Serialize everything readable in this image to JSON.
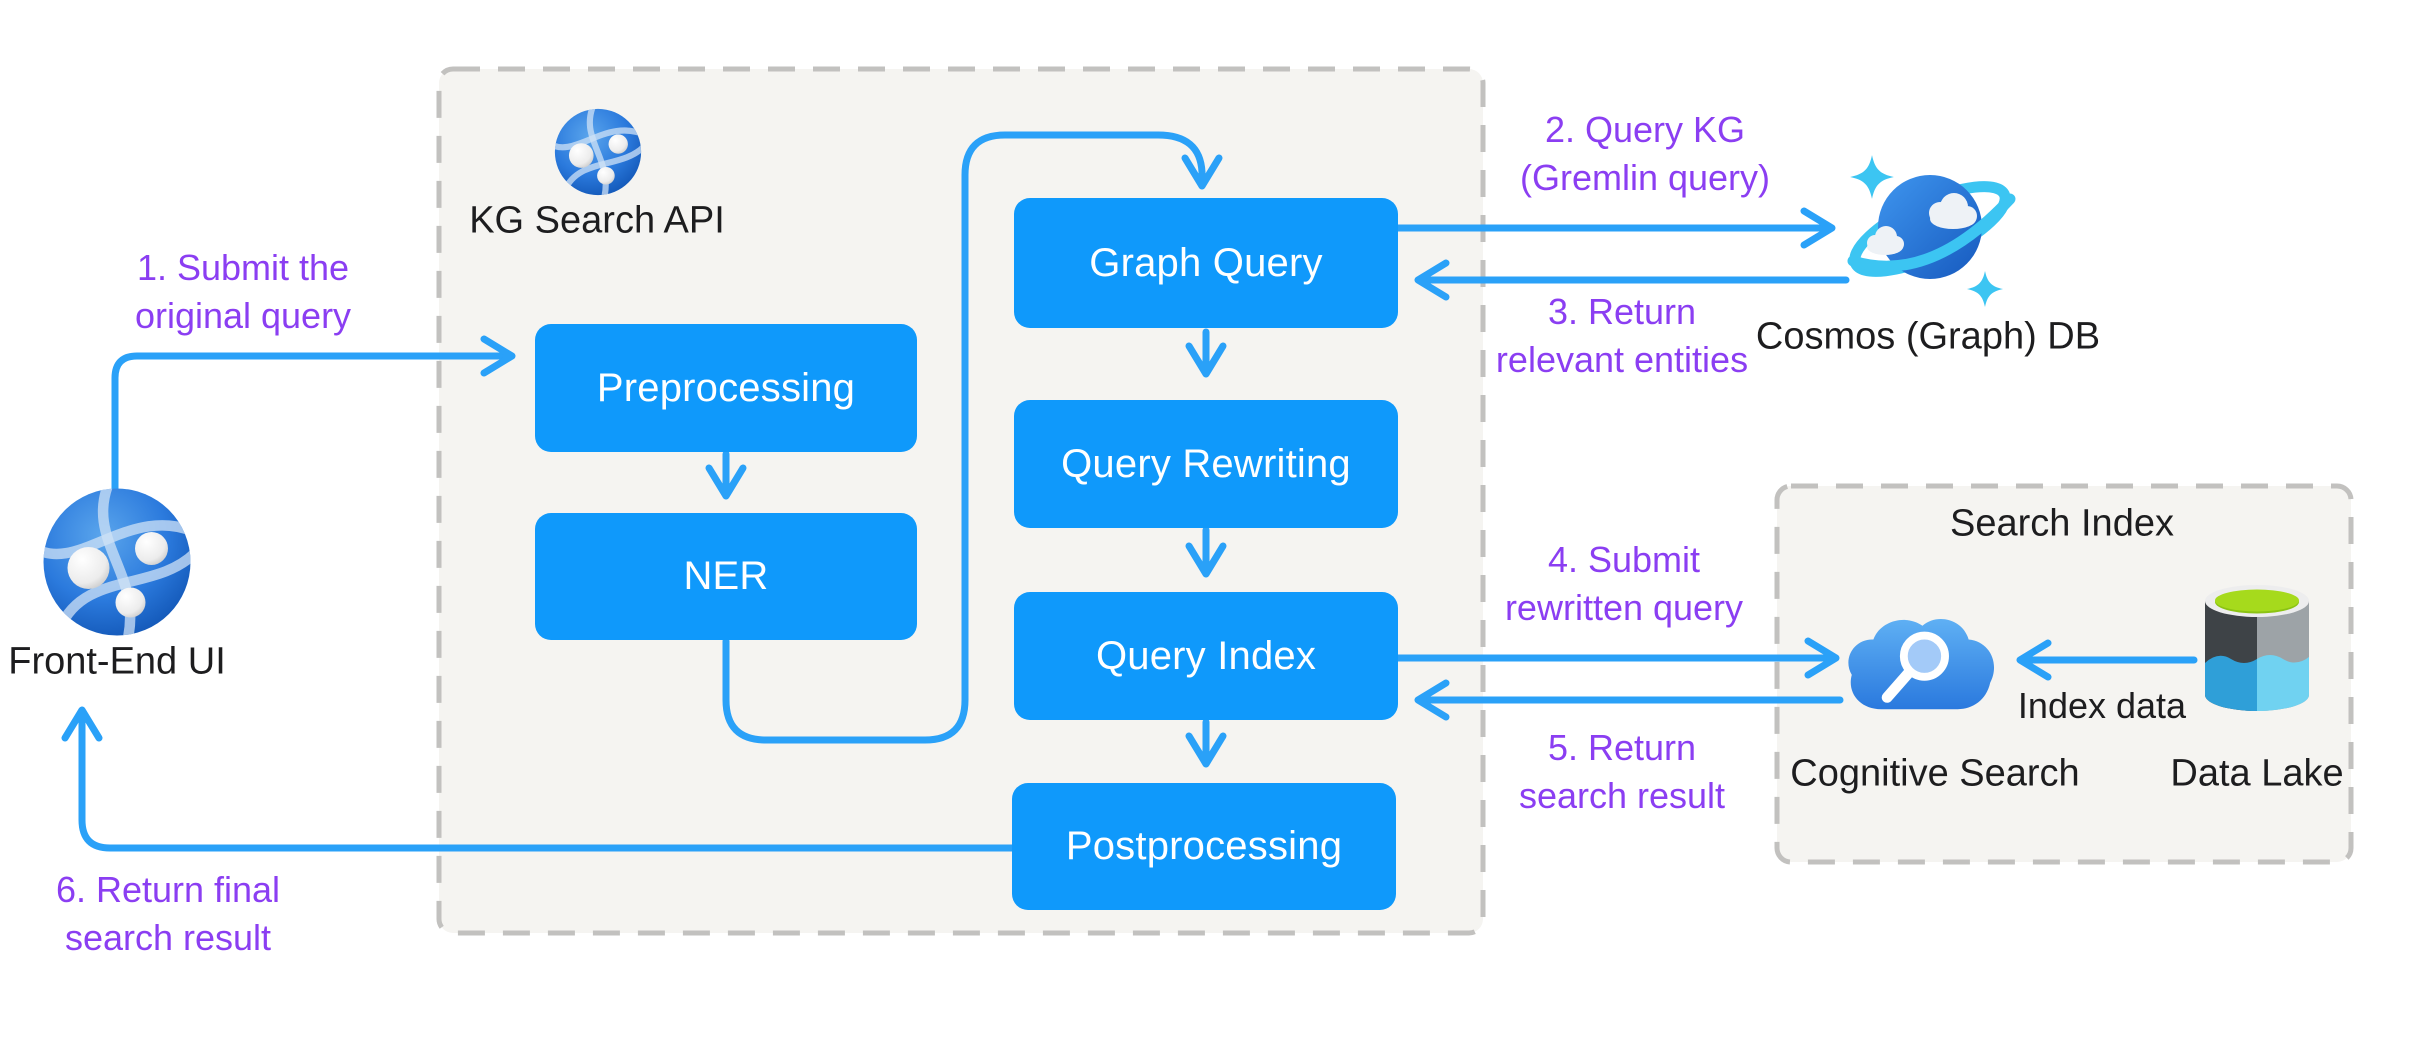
{
  "colors": {
    "process_box_blue": "#0f99fb",
    "arrow_blue": "#2aa1f8",
    "annotation_purple": "#8b3ef2",
    "container_fill": "#f5f4f1",
    "container_dashed_border": "#c2c1bf",
    "label_text": "#1d1d1f",
    "box_text": "#ffffff"
  },
  "containers": {
    "kg_api": {
      "title": "KG Search API"
    },
    "search_index": {
      "title": "Search Index"
    }
  },
  "nodes": {
    "front_end_ui": {
      "label": "Front-End UI",
      "icon": "network-globe-icon"
    },
    "kg_search_api": {
      "label": "KG Search API",
      "icon": "network-globe-icon"
    },
    "cosmos_db": {
      "label": "Cosmos (Graph) DB",
      "icon": "cosmos-planet-icon"
    },
    "cognitive_search": {
      "label": "Cognitive Search",
      "icon": "search-cloud-icon"
    },
    "data_lake": {
      "label": "Data Lake",
      "icon": "data-lake-cylinder-icon"
    }
  },
  "process_boxes": {
    "preprocessing": "Preprocessing",
    "ner": "NER",
    "graph_query": "Graph Query",
    "query_rewriting": "Query Rewriting",
    "query_index": "Query Index",
    "postprocessing": "Postprocessing"
  },
  "flow_labels": {
    "step1": {
      "line1": "1. Submit the",
      "line2": "original query"
    },
    "step2": {
      "line1": "2. Query KG",
      "line2": "(Gremlin query)"
    },
    "step3": {
      "line1": "3. Return",
      "line2": "relevant entities"
    },
    "step4": {
      "line1": "4. Submit",
      "line2": "rewritten query"
    },
    "step5": {
      "line1": "5. Return",
      "line2": "search result"
    },
    "step6": {
      "line1": "6. Return final",
      "line2": "search result"
    },
    "index_data": "Index data"
  }
}
